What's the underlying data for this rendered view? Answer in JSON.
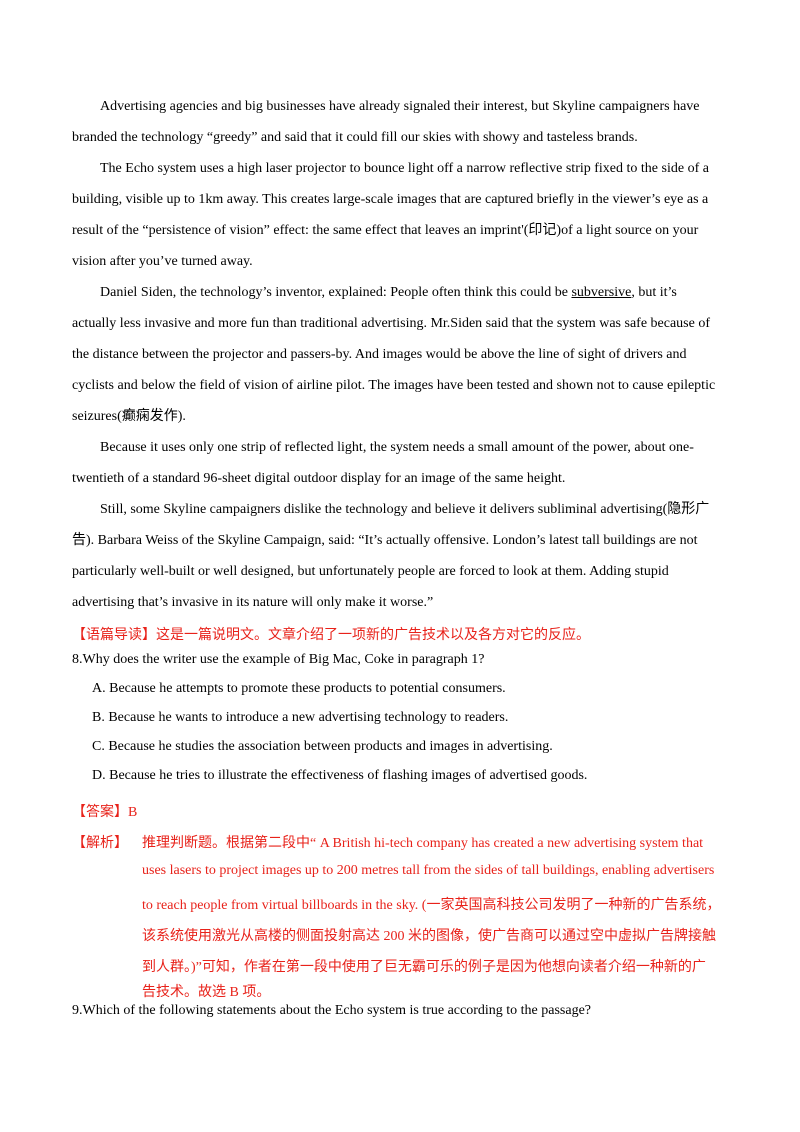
{
  "passage": {
    "p1": [
      "Advertising agencies and big businesses have already signaled their interest, but Skyline campaigners have",
      "branded the technology “greedy” and said that it could fill our skies with showy and tasteless brands."
    ],
    "p2": [
      "The Echo system uses a high laser projector to bounce light off a narrow reflective strip fixed to the side of a",
      "building, visible up to 1km away. This creates large-scale images that are captured briefly in the viewer’s eye as a",
      "result of the “persistence of vision” effect: the same effect that leaves an imprint'(印记)of a light source on your",
      "vision after you’ve turned away."
    ],
    "p3_line1_before": "Daniel Siden, the technology’s inventor, explained: People often think this could be ",
    "p3_line1_underlined": "subversive",
    "p3_line1_after": ", but it’s",
    "p3": [
      "actually less invasive and more fun than traditional advertising. Mr.Siden said that the system was safe because of",
      "the distance between the projector and passers-by. And images would be above the line of sight of drivers and",
      "cyclists and below the field of vision of airline pilot. The images have been tested and shown not to cause epileptic",
      "seizures(癫痫发作)."
    ],
    "p4": [
      "Because it uses only one strip of reflected light, the system needs a small amount of the power, about one-",
      "twentieth of a standard 96-sheet digital outdoor display for an image of the same height."
    ],
    "p5": [
      "Still, some Skyline campaigners dislike the technology and believe it delivers subliminal advertising(隐形广",
      "告). Barbara Weiss of the Skyline Campaign, said: “It’s actually offensive. London’s latest tall buildings are not",
      "particularly well-built or well designed, but unfortunately people are forced to look at them. Adding stupid",
      "advertising that’s invasive in its nature will only make it worse.”"
    ]
  },
  "guide": {
    "label": "【语篇导读】",
    "text": "这是一篇说明文。文章介绍了一项新的广告技术以及各方对它的反应。"
  },
  "q8": {
    "stem": "8.Why does the writer use the example of Big Mac, Coke in paragraph 1?",
    "options": [
      "A. Because he attempts to promote these products to potential consumers.",
      "B. Because he wants to introduce a new advertising technology to readers.",
      "C. Because he studies the association between products and images in advertising.",
      "D. Because he tries to illustrate the effectiveness of flashing images of advertised goods."
    ],
    "answer_label": "【答案】",
    "answer": "B",
    "explain_label": "【解析】",
    "explain": [
      "推理判断题。根据第二段中“ A British hi-tech company has created a new advertising system that",
      "uses lasers to project images up to 200 metres tall from the sides of tall buildings, enabling advertisers",
      "to reach people from virtual billboards in the sky. (一家英国高科技公司发明了一种新的广告系统，",
      "该系统使用激光从高楼的侧面投射高达 200 米的图像，使广告商可以通过空中虚拟广告牌接触",
      "到人群。)”可知，作者在第一段中使用了巨无霸可乐的例子是因为他想向读者介绍一种新的广",
      "告技术。故选 B 项。"
    ]
  },
  "q9": {
    "stem": "9.Which of the following statements about the Echo system is true according to the passage?"
  },
  "colors": {
    "accent_red": "#e8221a",
    "text": "#000000"
  }
}
